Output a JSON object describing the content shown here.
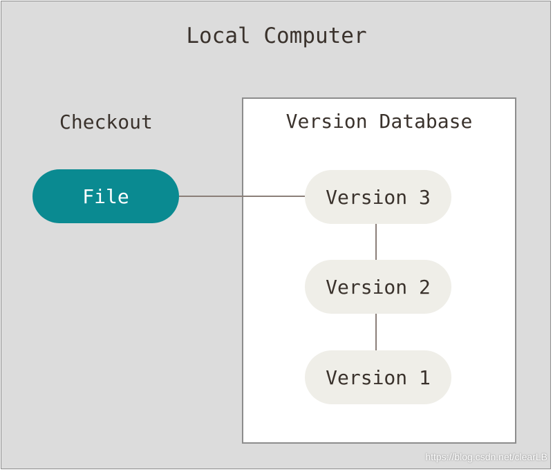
{
  "diagram": {
    "title": "Local Computer",
    "checkout_label": "Checkout",
    "database_label": "Version Database",
    "file_label": "File",
    "versions": [
      "Version 3",
      "Version 2",
      "Version 1"
    ]
  },
  "watermark": "https://blog.csdn.net/clearLB",
  "colors": {
    "outer_background": "#dcdcdc",
    "database_background": "#ffffff",
    "file_fill": "#0a8a91",
    "version_fill": "#efeee8",
    "connector": "#8a7e78",
    "text": "#3a322c"
  }
}
